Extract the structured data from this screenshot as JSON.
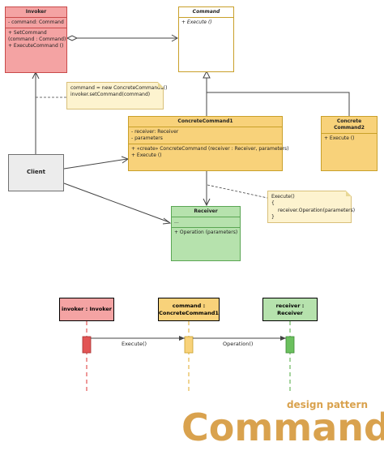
{
  "invoker": {
    "title": "Invoker",
    "attribute": "- command: Command",
    "op1": "+ SetCommand",
    "op1b": "(command : Command)",
    "op2": "+ ExecuteCommand ()"
  },
  "command": {
    "title": "Command",
    "op": "+ Execute ()"
  },
  "concrete1": {
    "title": "ConcreteCommand1",
    "attr1": "- receiver: Receiver",
    "attr2": "- parameters",
    "op1": "+ «create» ConcreteCommand (receiver : Receiver, parameters)",
    "op2": "+ Execute ()"
  },
  "concrete2": {
    "title1": "Concrete",
    "title2": "Command2",
    "op": "+ Execute ()"
  },
  "client": {
    "title": "Client"
  },
  "receiver": {
    "title": "Receiver",
    "attr": "...",
    "op": "+ Operation (parameters)"
  },
  "note1": {
    "line1": "command = new ConcreteCommand1()",
    "line2": "invoker.setCommand(command)"
  },
  "note2": {
    "line1": "Execute()",
    "line2": "{",
    "line3": "receiver.Operation(parameters)",
    "line4": "}"
  },
  "sequence": {
    "invoker_label": "invoker : Invoker",
    "command_label1": "command :",
    "command_label2": "ConcreteCommand1",
    "receiver_label": "receiver : Receiver",
    "msg1": "Execute()",
    "msg2": "Operation()"
  },
  "footer": {
    "subtitle": "design pattern",
    "title": "Command"
  },
  "colors": {
    "red": "#f4a3a3",
    "yellow": "#f8d27a",
    "green": "#b6e2ad",
    "title": "#d9a24e"
  }
}
